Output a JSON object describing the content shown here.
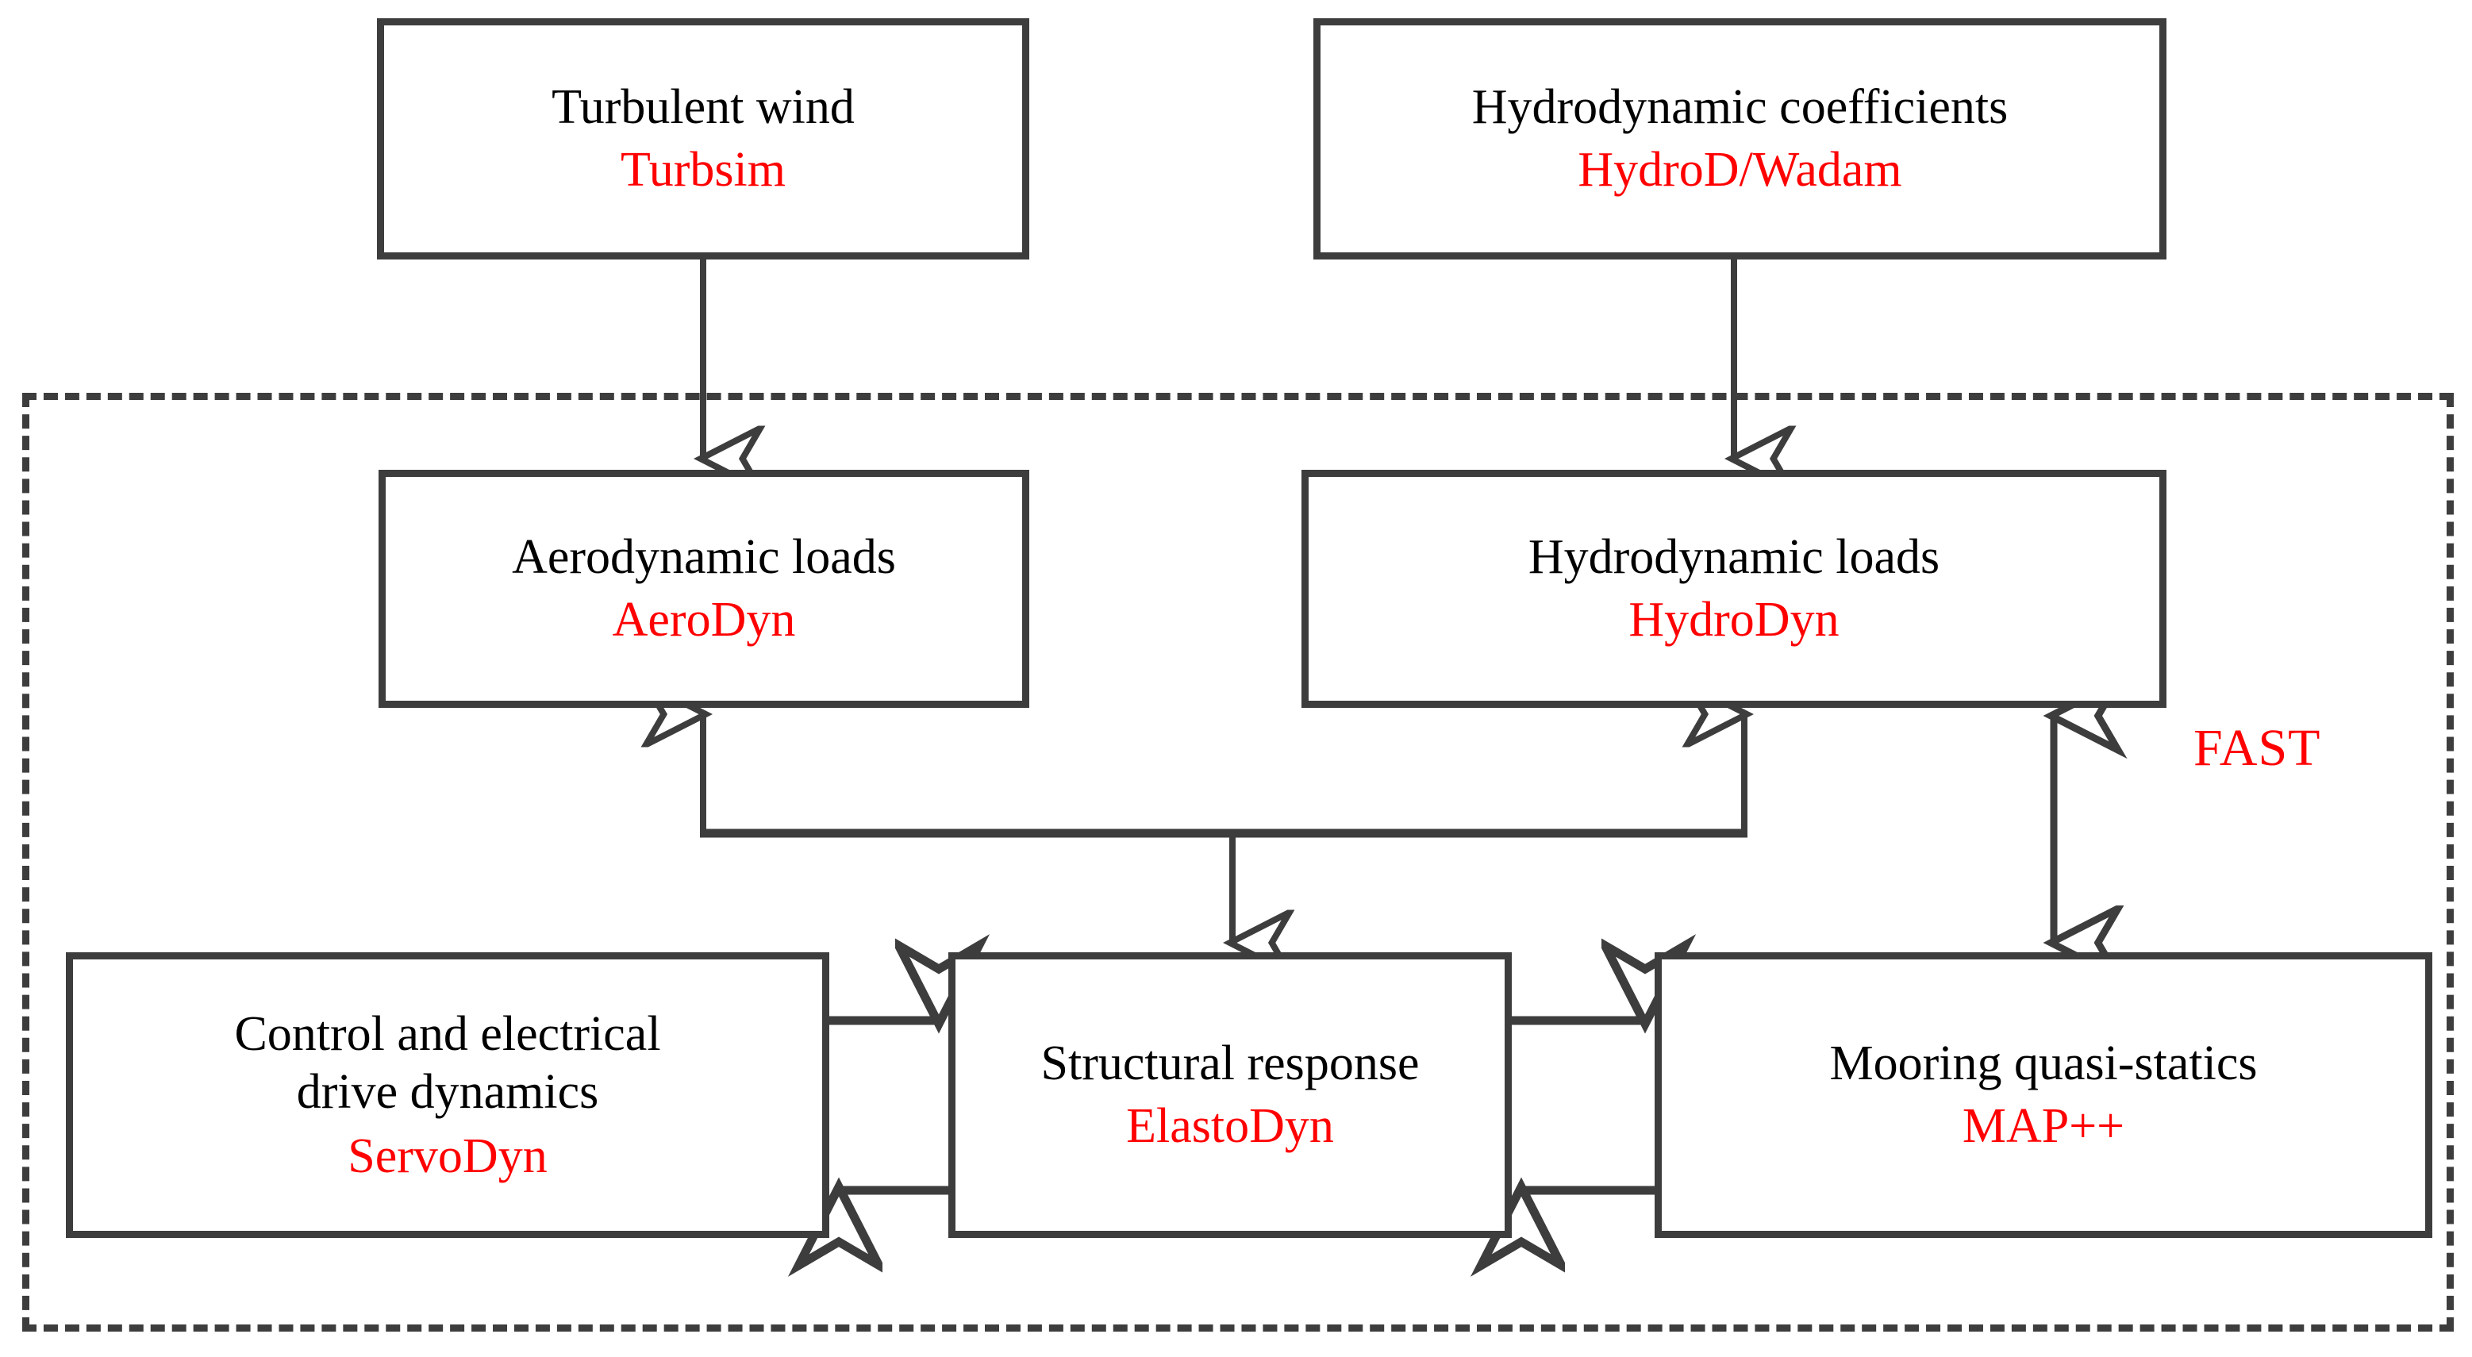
{
  "diagram": {
    "type": "flowchart",
    "container_label": "FAST",
    "accent_color": "#ff0000",
    "text_color": "#000000",
    "line_color": "#3d3d3d",
    "background": "#ffffff"
  },
  "boxes": {
    "turbulent_wind": {
      "title": "Turbulent wind",
      "tool": "Turbsim"
    },
    "hydro_coeffs": {
      "title": "Hydrodynamic coefficients",
      "tool": "HydroD/Wadam"
    },
    "aero_loads": {
      "title": "Aerodynamic loads",
      "tool": "AeroDyn"
    },
    "hydro_loads": {
      "title": "Hydrodynamic loads",
      "tool": "HydroDyn"
    },
    "control_drive": {
      "title": "Control and electrical\ndrive dynamics",
      "tool": "ServoDyn"
    },
    "structural": {
      "title": "Structural response",
      "tool": "ElastoDyn"
    },
    "mooring": {
      "title": "Mooring quasi-statics",
      "tool": "MAP++"
    }
  },
  "connections": [
    {
      "from": "turbulent_wind",
      "to": "aero_loads",
      "style": "arrow-down"
    },
    {
      "from": "hydro_coeffs",
      "to": "hydro_loads",
      "style": "arrow-down"
    },
    {
      "from": "structural",
      "to": "aero_loads",
      "style": "arrow-up-bus"
    },
    {
      "from": "structural",
      "to": "hydro_loads",
      "style": "arrow-up-bus"
    },
    {
      "from": "bus",
      "to": "structural",
      "style": "arrow-down"
    },
    {
      "from": "control_drive",
      "to": "structural",
      "style": "arrow-right"
    },
    {
      "from": "structural",
      "to": "control_drive",
      "style": "arrow-left"
    },
    {
      "from": "structural",
      "to": "mooring",
      "style": "arrow-right"
    },
    {
      "from": "mooring",
      "to": "structural",
      "style": "arrow-left"
    },
    {
      "from": "hydro_loads",
      "to": "mooring",
      "style": "double-arrow-vertical"
    }
  ]
}
